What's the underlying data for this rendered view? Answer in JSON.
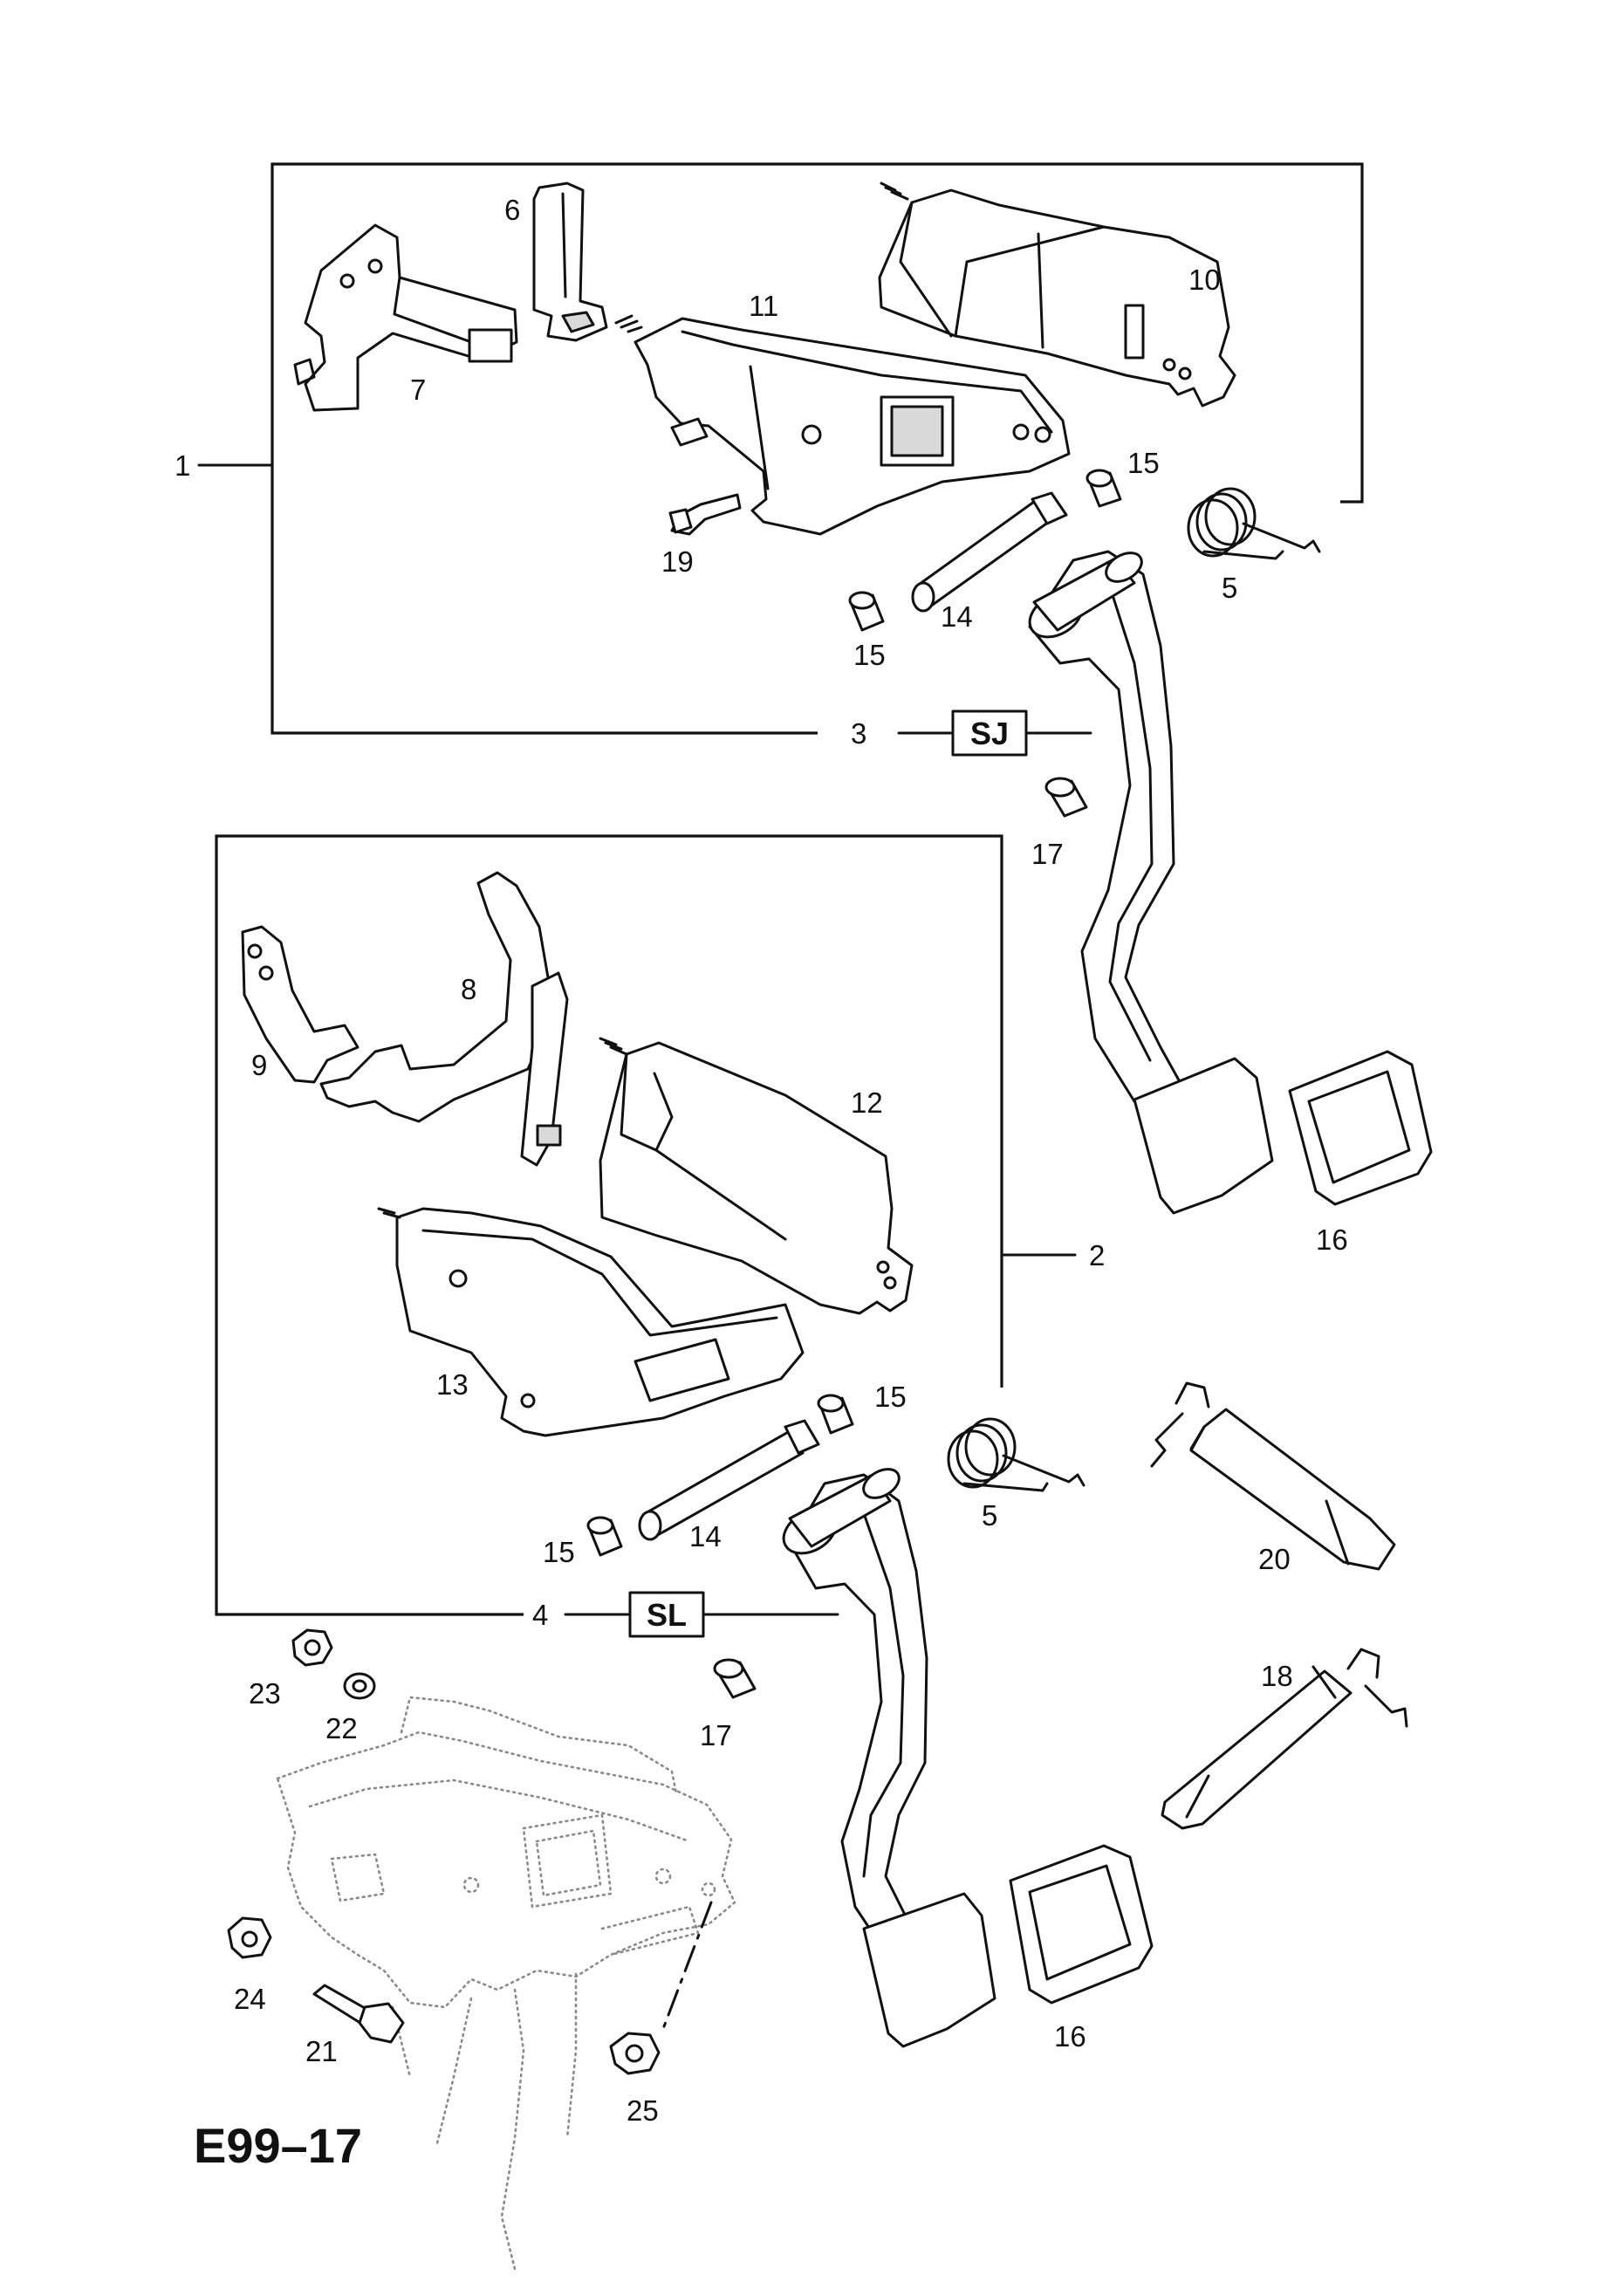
{
  "diagram": {
    "code": "E99–17",
    "variants": [
      {
        "assembly_number": "3",
        "code": "SJ"
      },
      {
        "assembly_number": "4",
        "code": "SL"
      }
    ],
    "group_labels": {
      "upper_frame": "1",
      "lower_frame": "2"
    },
    "callouts": {
      "c5a": "5",
      "c5b": "5",
      "c6": "6",
      "c7": "7",
      "c8": "8",
      "c9": "9",
      "c10": "10",
      "c11": "11",
      "c12": "12",
      "c13": "13",
      "c14a": "14",
      "c14b": "14",
      "c15a": "15",
      "c15b": "15",
      "c15c": "15",
      "c15d": "15",
      "c16a": "16",
      "c16b": "16",
      "c17a": "17",
      "c17b": "17",
      "c18": "18",
      "c19": "19",
      "c20": "20",
      "c21": "21",
      "c22": "22",
      "c23": "23",
      "c24": "24",
      "c25": "25"
    }
  }
}
